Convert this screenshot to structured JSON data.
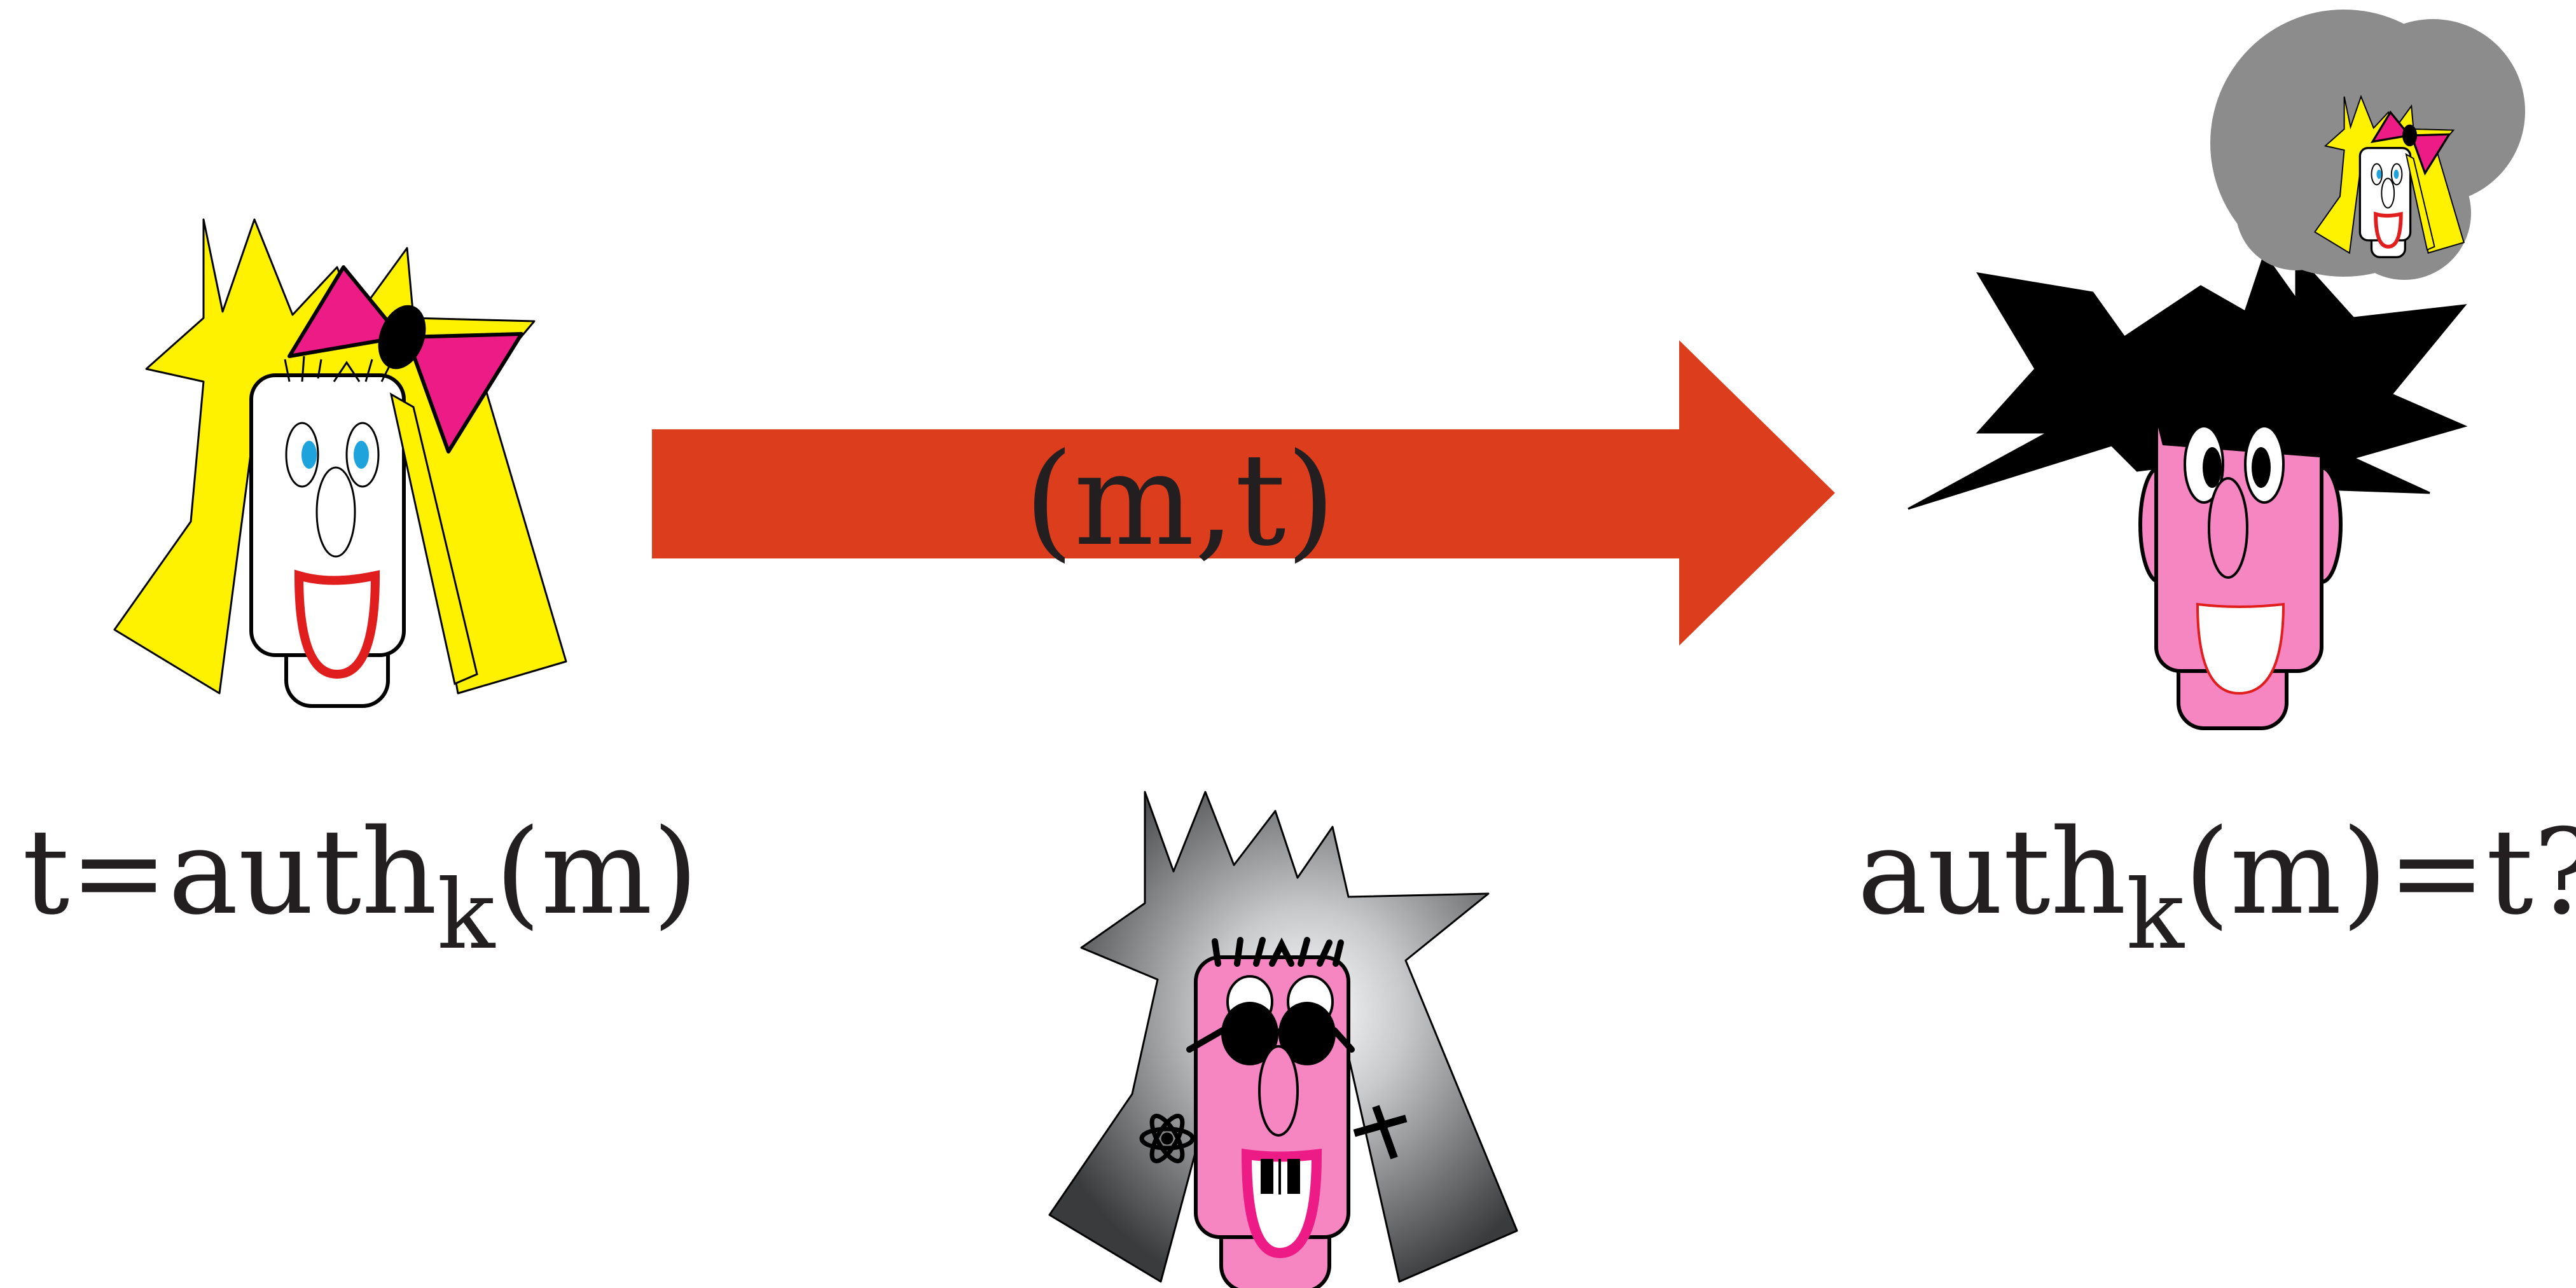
{
  "diagram": {
    "message_label": "(m,t)",
    "sender_formula": {
      "lhs": "t=auth",
      "subscript": "k",
      "arg": "(m)"
    },
    "receiver_formula": {
      "fn": "auth",
      "subscript": "k",
      "rest": "(m)=t?"
    },
    "colors": {
      "arrow": "#dc3d1d",
      "text": "#231f20",
      "blonde_hair": "#fff200",
      "bow": "#ec1b85",
      "pink_skin": "#f586c1",
      "eye_blue": "#1fa3dd",
      "mouth_red": "#e01e1e",
      "black": "#000000",
      "thought_bubble": "#8c8c8c"
    },
    "icons": [
      "sender-face-icon",
      "receiver-face-icon",
      "eavesdropper-face-icon",
      "thought-bubble-icon",
      "atom-earring-icon",
      "cross-earring-icon"
    ]
  }
}
